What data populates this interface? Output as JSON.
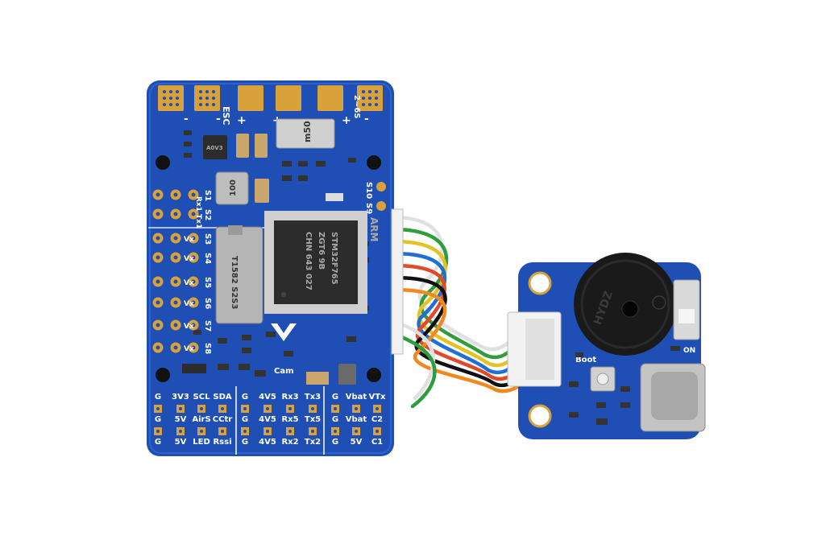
{
  "colors": {
    "pcb": "#1f4fb4",
    "pcb_edge": "#163c8c",
    "gold": "#d9a13a",
    "silk": "#ffffff",
    "chip": "#2c2c2c",
    "usb": "#bfbfbf",
    "wire_colors": [
      "#e0e0e0",
      "#2e9d3b",
      "#e2c224",
      "#1e6fd6",
      "#e04a2a",
      "#111111",
      "#f08a1f"
    ]
  },
  "fc_board": {
    "top_labels": {
      "minus1": "-",
      "minus2": "-",
      "esc": "ESC",
      "plus1": "+",
      "plus2": "+",
      "vbat": "2~6S",
      "plus3": "+",
      "minus3": "-"
    },
    "inductor_label": "m50",
    "regulator_label": "A0V3",
    "inductor2_label": "100",
    "servo_labels": [
      "S1",
      "S2",
      "S3",
      "S4",
      "S5",
      "S6",
      "S7",
      "S8"
    ],
    "rx_labels": [
      "Rx1",
      "Tx1"
    ],
    "vx_labels": [
      "Vx",
      "Vx",
      "Vx",
      "Vx",
      "Vx",
      "Vx",
      "Vx",
      "Vx"
    ],
    "s9_label": "S9",
    "s10_label": "S10",
    "sd_label": "T1582 S2S3",
    "mcu": {
      "brand": "ARM",
      "line1": "STM32F765",
      "line2": "ZGT6 9B",
      "line3": "CHN 643 027"
    },
    "cam_label": "Cam",
    "pad_rows": [
      [
        "G",
        "3V3",
        "SCL",
        "SDA",
        "G",
        "4V5",
        "Rx3",
        "Tx3",
        "G",
        "Vbat",
        "VTx"
      ],
      [
        "G",
        "5V",
        "AirS",
        "CCtr",
        "G",
        "4V5",
        "Rx5",
        "Tx5",
        "G",
        "Vbat",
        "C2"
      ],
      [
        "G",
        "5V",
        "LED",
        "Rssi",
        "G",
        "4V5",
        "Rx2",
        "Tx2",
        "G",
        "5V",
        "C1"
      ]
    ]
  },
  "usb_board": {
    "buzzer_label": "HYDZ",
    "boot_label": "Boot",
    "on_label": "ON"
  }
}
